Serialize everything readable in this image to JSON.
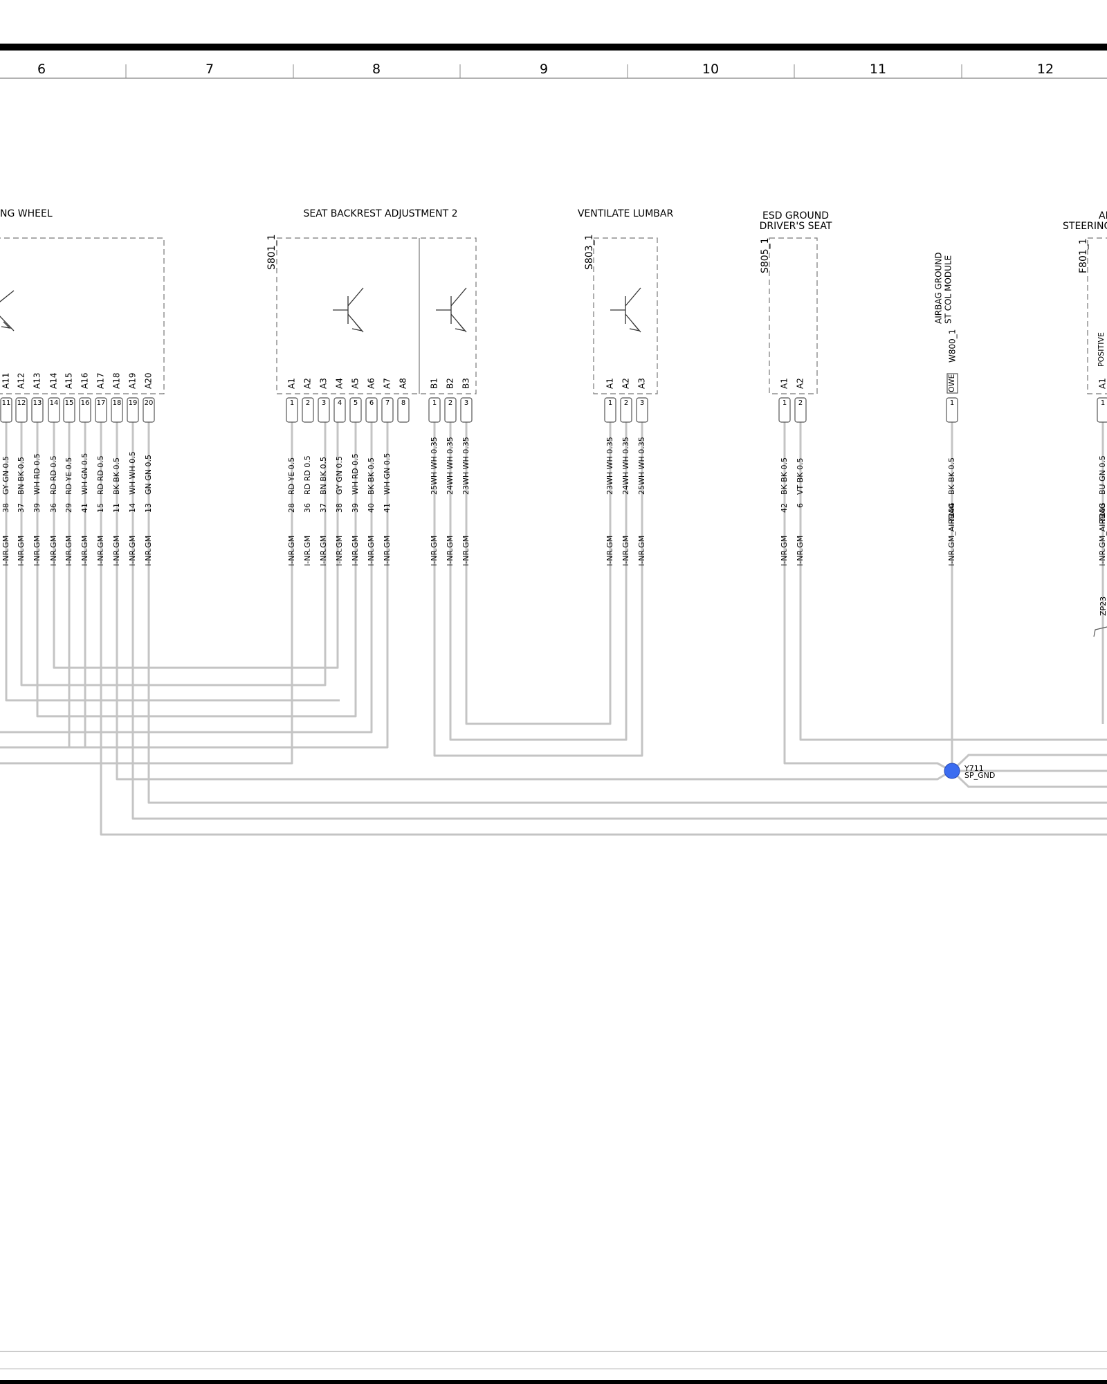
{
  "columns": [
    "6",
    "7",
    "8",
    "9",
    "10",
    "11",
    "12"
  ],
  "components": {
    "steering_wheel": {
      "label": "NG WHEEL",
      "pins": [
        "A11",
        "A12",
        "A13",
        "A14",
        "A15",
        "A16",
        "A17",
        "A18",
        "A19",
        "A20"
      ],
      "cavities": [
        "11",
        "12",
        "13",
        "14",
        "15",
        "16",
        "17",
        "18",
        "19",
        "20"
      ],
      "wire_ids": [
        "38",
        "37",
        "39",
        "36",
        "29",
        "41",
        "15",
        "11",
        "14",
        "13"
      ],
      "wire_colors": [
        "GY GN 0.5",
        "BN BK 0.5",
        "WH RD 0.5",
        "RD RD 0.5",
        "RD YE 0.5",
        "WH GN 0.5",
        "RD RD 0.5",
        "BK BK 0.5",
        "WH WH 0.5",
        "GN GN 0.5"
      ],
      "harness": "I-NR.GM"
    },
    "seat_backrest": {
      "label": "SEAT BACKREST ADJUSTMENT 2",
      "ref": "S801_1",
      "pins_a": [
        "A1",
        "A2",
        "A3",
        "A4",
        "A5",
        "A6",
        "A7",
        "A8"
      ],
      "cavities_a": [
        "1",
        "2",
        "3",
        "4",
        "5",
        "6",
        "7",
        "8"
      ],
      "wire_ids_a": [
        "28",
        "36",
        "37",
        "38",
        "39",
        "40",
        "41"
      ],
      "wire_colors_a": [
        "RD YE 0.5",
        "RD RD 0.5",
        "BN BK 0.5",
        "GY GN 0.5",
        "WH RD 0.5",
        "BK BK 0.5",
        "WH GN 0.5"
      ],
      "pins_b": [
        "B1",
        "B2",
        "B3"
      ],
      "cavities_b": [
        "1",
        "2",
        "3"
      ],
      "wire_colors_b": [
        "25WH WH 0.35",
        "24WH WH 0.35",
        "23WH WH 0.35"
      ],
      "harness": "I-NR.GM"
    },
    "ventilate_lumbar": {
      "label": "VENTILATE LUMBAR",
      "ref": "S803_1",
      "pins": [
        "A1",
        "A2",
        "A3"
      ],
      "cavities": [
        "1",
        "2",
        "3"
      ],
      "wire_colors": [
        "23WH WH 0.35",
        "24WH WH 0.35",
        "25WH WH 0.35"
      ],
      "harness": "I-NR.GM"
    },
    "esd_ground": {
      "label_line1": "ESD GROUND",
      "label_line2": "DRIVER'S SEAT",
      "ref": "S805_1",
      "pins": [
        "A1",
        "A2"
      ],
      "cavities": [
        "1",
        "2"
      ],
      "wire_ids": [
        "42",
        "6"
      ],
      "wire_colors": [
        "BK BK 0.5",
        "VT BK 0.5"
      ],
      "harness": "I-NR.GM"
    },
    "airbag_ground": {
      "label_line1": "AIRBAG GROUND",
      "label_line2": "ST COL MODULE",
      "ref": "W800_1",
      "pin": "OWE",
      "cavity": "1",
      "wire_id": "7204",
      "wire_color": "BK BK 0.5",
      "harness": "I-NR.GM_AIRBAG"
    },
    "airbag_steering": {
      "label_line1": "AIF",
      "label_line2": "STEERING",
      "ref": "F801_1",
      "function": "POSITIVE",
      "pin": "A1",
      "cavity": "1",
      "wire_id": "7203",
      "wire_color": "BU GN 0.5",
      "harness": "I-NR.GM_AIRBAG",
      "splice_ref": "ZP23"
    }
  },
  "splice": {
    "id": "Y711",
    "name": "SP_GND",
    "color": "#3b6cf0"
  }
}
